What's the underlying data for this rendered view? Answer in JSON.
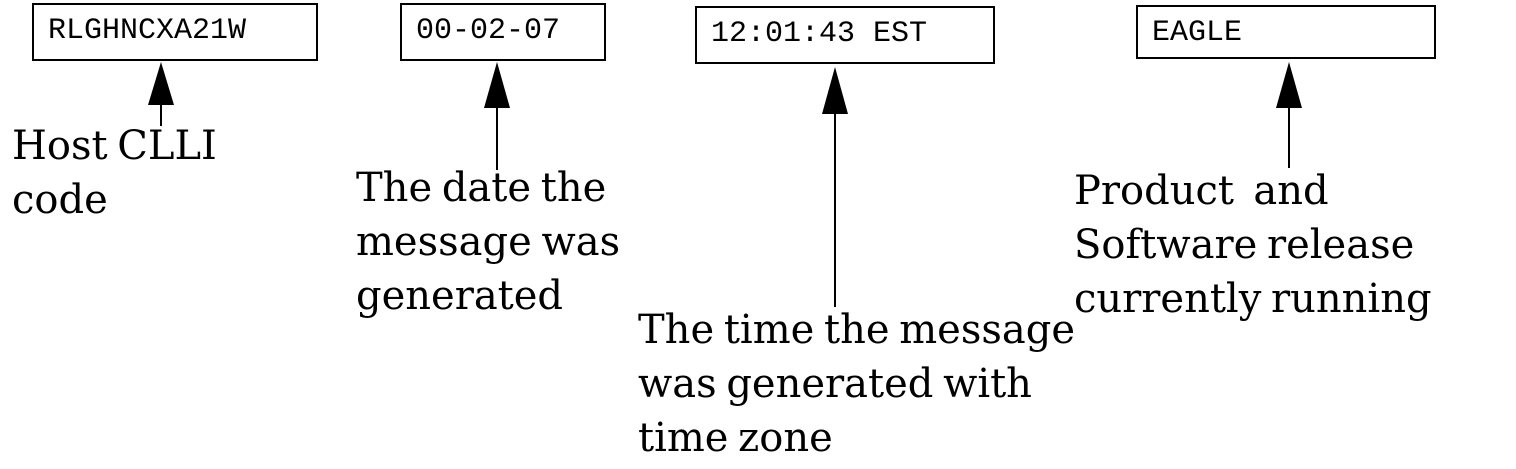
{
  "fields": {
    "host_clli": "RLGHNCXA21W",
    "date": "00-02-07",
    "time": "12:01:43 EST",
    "release": "EAGLE"
  },
  "callouts": {
    "host_clli": "Host CLLI\ncode",
    "date": "The date the\nmessage was\ngenerated",
    "time": "The time the message\nwas generated with\ntime zone",
    "release": "Product  and\nSoftware release\ncurrently running"
  },
  "colors": {
    "ink": "#000000",
    "background": "#ffffff"
  }
}
